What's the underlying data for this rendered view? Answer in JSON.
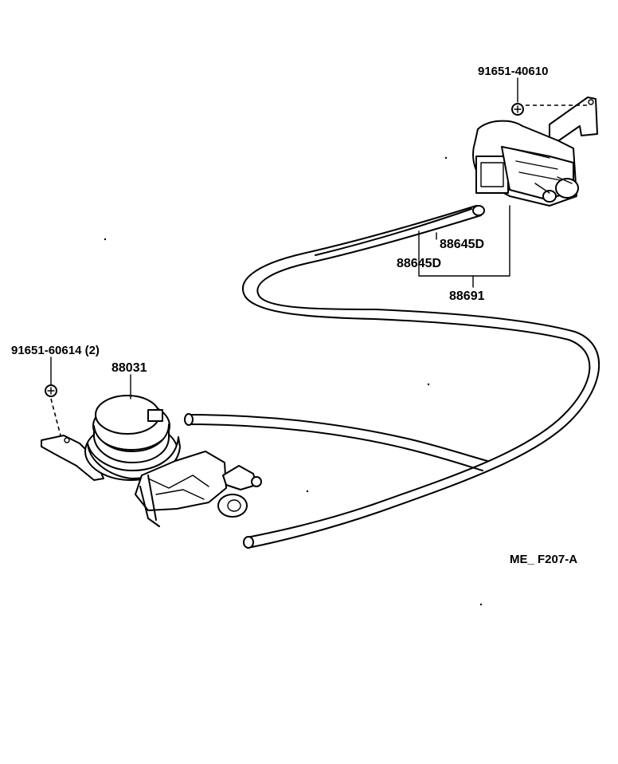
{
  "labels": {
    "bolt_top": "91651-40610",
    "hose_a": "88645D",
    "hose_b": "88645D",
    "hose_assy": "88691",
    "bolt_left": "91651-60614 (2)",
    "actuator": "88031",
    "figure_code": "ME_ F207-A"
  }
}
